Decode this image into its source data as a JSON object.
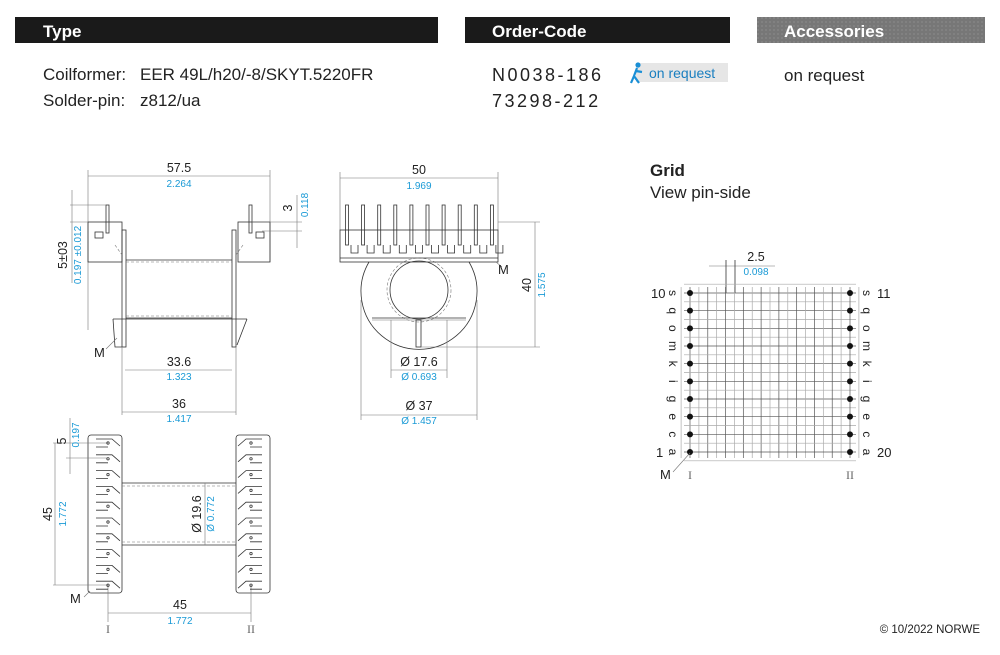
{
  "header": {
    "type": "Type",
    "order_code": "Order-Code",
    "accessories": "Accessories"
  },
  "type_info": {
    "coilformer_label": "Coilformer:",
    "coilformer": "EER 49L/h20/-8/SKYT.5220FR",
    "solderpin_label": "Solder-pin:",
    "solderpin": "z812/ua"
  },
  "order": {
    "codes": [
      "N0038-186",
      "73298-212"
    ],
    "badge": "on request",
    "badge_icon": "walking-person-icon"
  },
  "accessories": {
    "value": "on request"
  },
  "side_view": {
    "width": "57.5",
    "width_in": "2.264",
    "pin_height": "3",
    "pin_height_in": "0.118",
    "offset": "5±03",
    "offset_in": "0.197 ±0.012",
    "inner": "33.6",
    "inner_in": "1.323",
    "flange": "36",
    "flange_in": "1.417",
    "marker": "M"
  },
  "front_view": {
    "width": "50",
    "width_in": "1.969",
    "height": "40",
    "height_in": "1.575",
    "core_dia": "Ø 17.6",
    "core_dia_in": "Ø 0.693",
    "outer_dia": "Ø 37",
    "outer_dia_in": "Ø 1.457",
    "marker": "M"
  },
  "top_view": {
    "pitch": "5",
    "pitch_in": "0.197",
    "length": "45",
    "length_in": "1.772",
    "core": "Ø 19.6",
    "core_in": "Ø 0.772",
    "span": "45",
    "span_in": "1.772",
    "marker": "M",
    "side_i": "I",
    "side_ii": "II"
  },
  "grid": {
    "title": "Grid",
    "subtitle": "View pin-side",
    "pitch": "2.5",
    "pitch_in": "0.098",
    "letters": [
      "a",
      "c",
      "e",
      "g",
      "i",
      "k",
      "m",
      "o",
      "q",
      "s"
    ],
    "pin_1": "1",
    "pin_10": "10",
    "pin_11": "11",
    "pin_20": "20",
    "marker": "M",
    "side_i": "I",
    "side_ii": "II"
  },
  "copyright": "© 10/2022 NORWE",
  "colors": {
    "header": "#1a1a1a",
    "accessories_header": "#777777",
    "inch": "#1a9ad6"
  }
}
